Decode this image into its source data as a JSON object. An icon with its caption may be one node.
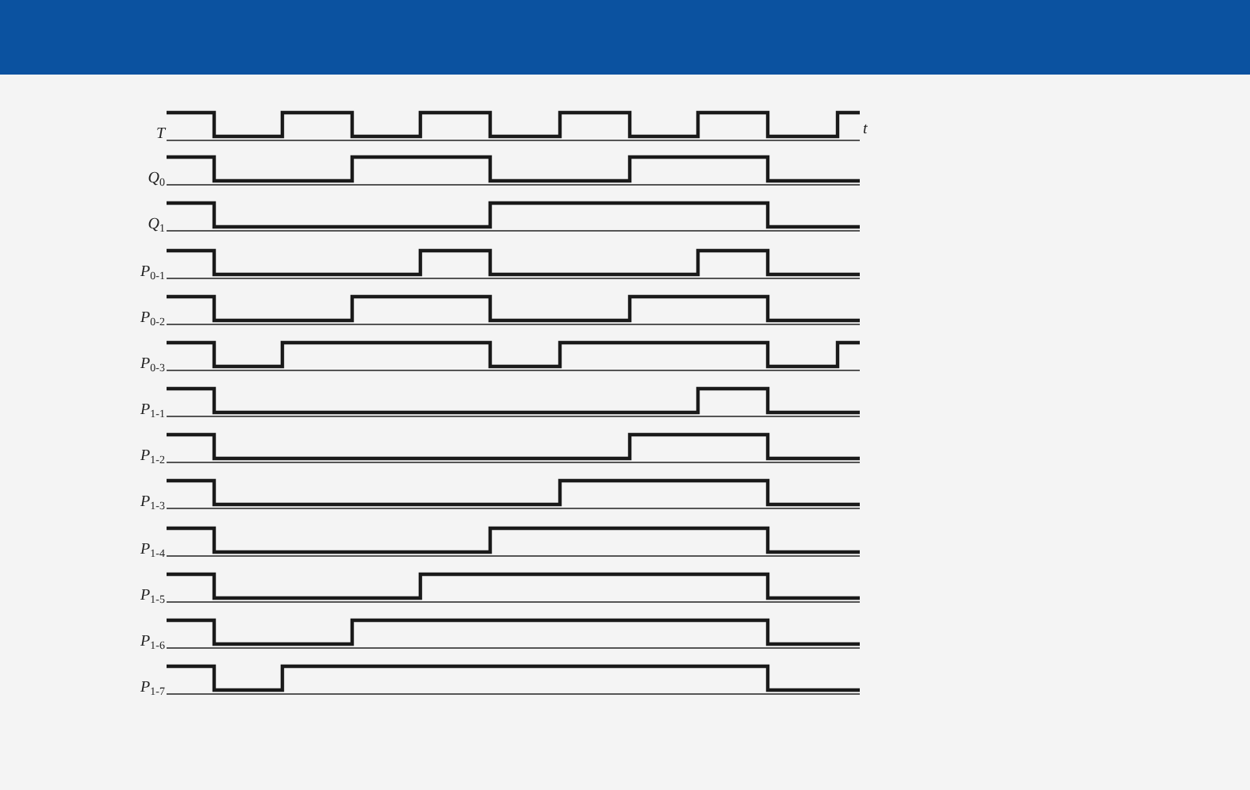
{
  "diagram": {
    "labels": [
      "*T*",
      "*Q*$_{0}$",
      "*Q*$_{1}$",
      "*P*$_{0-1}$",
      "*P*$_{0-2}$",
      "*P*$_{0-3}$",
      "*P*$_{1-1}$",
      "*P*$_{1-2}$",
      "*P*$_{1-3}$",
      "*P*$_{1-4}$",
      "*P*$_{1-5}$",
      "*P*$_{1-6}$",
      "*P*$_{1-7}$",
      "*t*"
    ]
  }
}
